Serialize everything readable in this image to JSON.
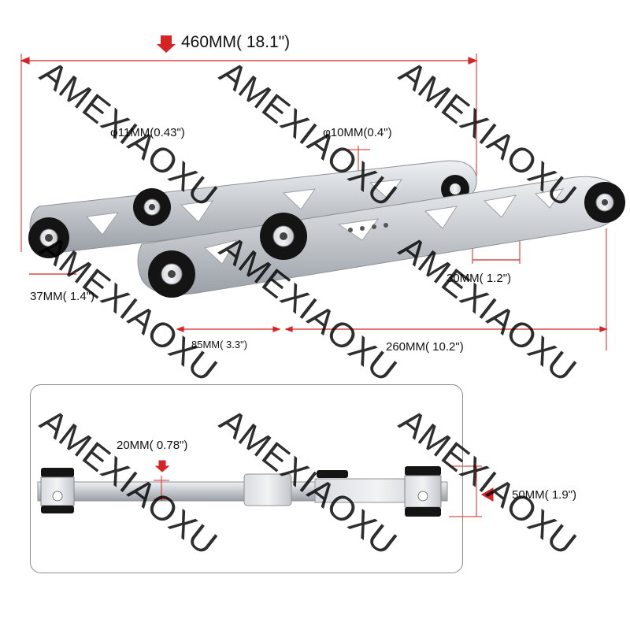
{
  "dimensions": {
    "overall_length": "460MM(  18.1\")",
    "bolt_hole_large": "φ11MM(0.43\")",
    "bolt_hole_small": "φ10MM(0.4\")",
    "bushing_width": "37MM(  1.4\")",
    "adjust_offset": "30MM(  1.2\")",
    "mount_spacing": "85MM(  3.3\")",
    "center_length": "260MM(  10.2\")",
    "arm_thickness": "20MM(  0.78\")",
    "bushing_height": "50MM(  1.9\")"
  },
  "watermark": {
    "text": "AMEXIAOXU"
  },
  "colors": {
    "arm_silver": "#c9cdd2",
    "dimension_red": "#d62424",
    "bushing_black": "#141414",
    "text": "#111111"
  }
}
